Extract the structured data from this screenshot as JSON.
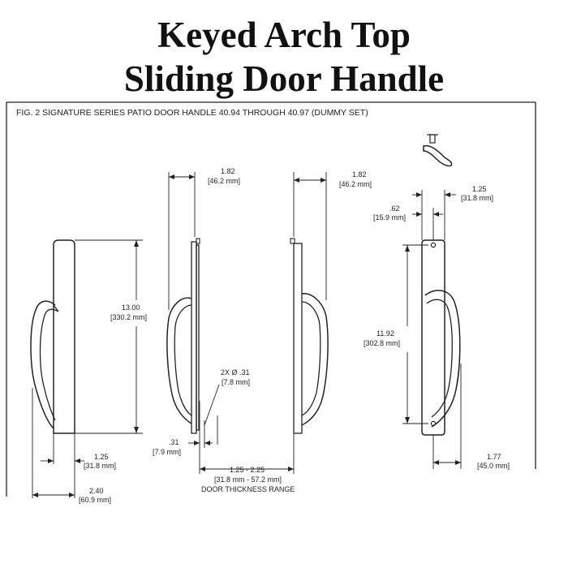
{
  "title": {
    "line1": "Keyed Arch Top",
    "line2": "Sliding Door Handle"
  },
  "drawing": {
    "caption": "FIG. 2  SIGNATURE SERIES PATIO DOOR HANDLE 40.94 THROUGH 40.97 (DUMMY SET)",
    "dimensions": {
      "side_width_1": "1.82",
      "side_width_1_mm": "[46.2 mm]",
      "side_width_2": "1.82",
      "side_width_2_mm": "[46.2 mm]",
      "plate_width": "1.25",
      "plate_width_mm": "[31.8 mm]",
      "plate_offset": ".62",
      "plate_offset_mm": "[15.9 mm]",
      "overall_height": "13.00",
      "overall_height_mm": "[330.2 mm]",
      "hole_spacing": "11.92",
      "hole_spacing_mm": "[302.8 mm]",
      "hole_dia": "2X  Ø .31",
      "hole_dia_mm": "[7.8 mm]",
      "base_offset": ".31",
      "base_offset_mm": "[7.9 mm]",
      "front_depth": "1.25",
      "front_depth_mm": "[31.8 mm]",
      "front_projection": "2.40",
      "front_projection_mm": "[60.9 mm]",
      "thickness_range": "1.25 - 2.25",
      "thickness_range_mm": "[31.8 mm - 57.2 mm]",
      "thickness_label": "DOOR THICKNESS RANGE",
      "right_projection": "1.77",
      "right_projection_mm": "[45.0 mm]"
    }
  }
}
